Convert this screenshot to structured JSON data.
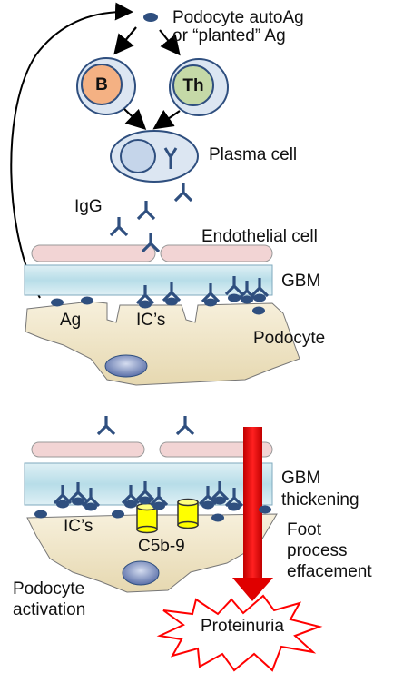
{
  "labels": {
    "antigen": "Podocyte autoAg\nor “planted” Ag",
    "b_cell": "B",
    "t_helper": "Th",
    "plasma_cell": "Plasma cell",
    "igg": "IgG",
    "endothelial_cell": "Endothelial cell",
    "gbm_top": "GBM",
    "ag": "Ag",
    "ics_top": "IC’s",
    "podocyte": "Podocyte",
    "gbm_thickening": "GBM\nthickening",
    "ics_bottom": "IC’s",
    "c5b9": "C5b-9",
    "foot_process": "Foot\nprocess\neffacement­\n",
    "podocyte_activation": "Podocyte\nactivation",
    "proteinuria": "Proteinuria"
  },
  "colors": {
    "antibody": "#2f4f7f",
    "b_cell_fill": "#f4b183",
    "th_cell_fill": "#c5d9a7",
    "cell_ring": "#dce6f2",
    "plasma_fill": "#c5d5ea",
    "endothelium": "#f2d4d4",
    "gbm": "#b7dde8",
    "podocyte": "#f0e6c8",
    "c5b9": "#ffff00",
    "arrow": "#e00000"
  }
}
